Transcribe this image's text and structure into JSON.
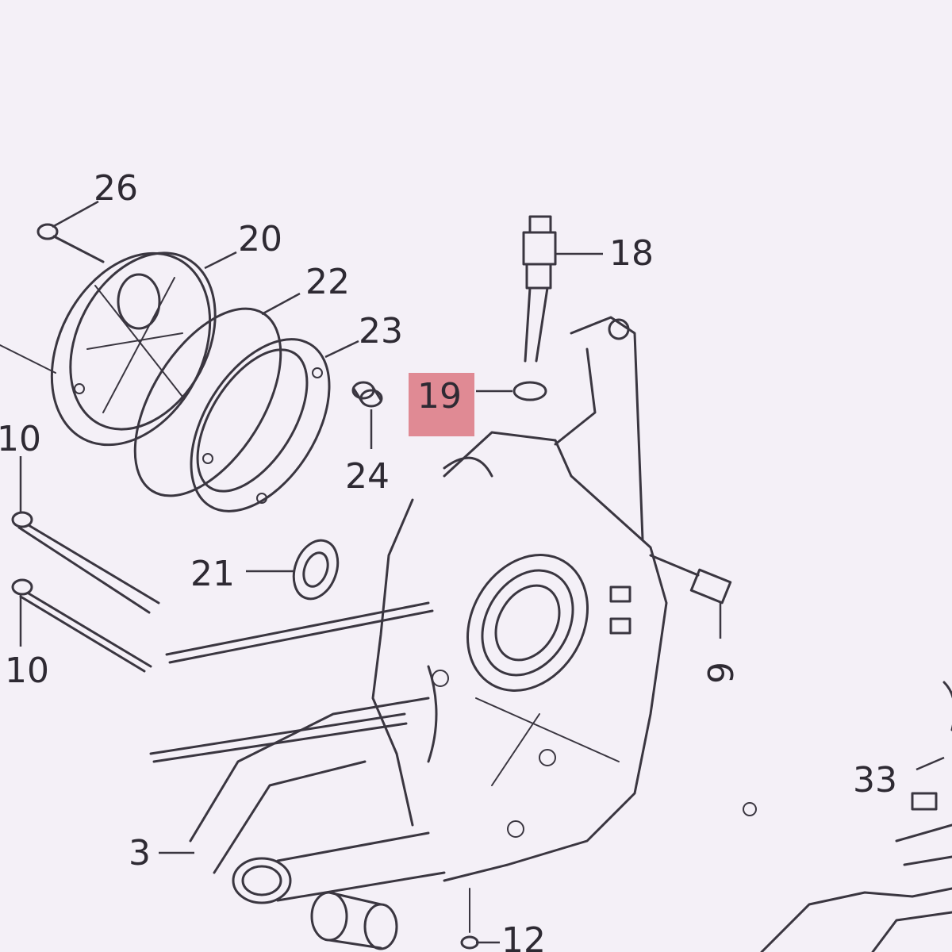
{
  "diagram": {
    "callouts": {
      "p26": "26",
      "p20": "20",
      "p22": "22",
      "p23": "23",
      "p24": "24",
      "p18": "18",
      "p19": "19",
      "p21": "21",
      "p10a": "10",
      "p10b": "10",
      "p9": "9",
      "p33": "33",
      "p3": "3",
      "p12": "12"
    },
    "highlighted_part": "19",
    "highlight_color": "#e08a94"
  }
}
